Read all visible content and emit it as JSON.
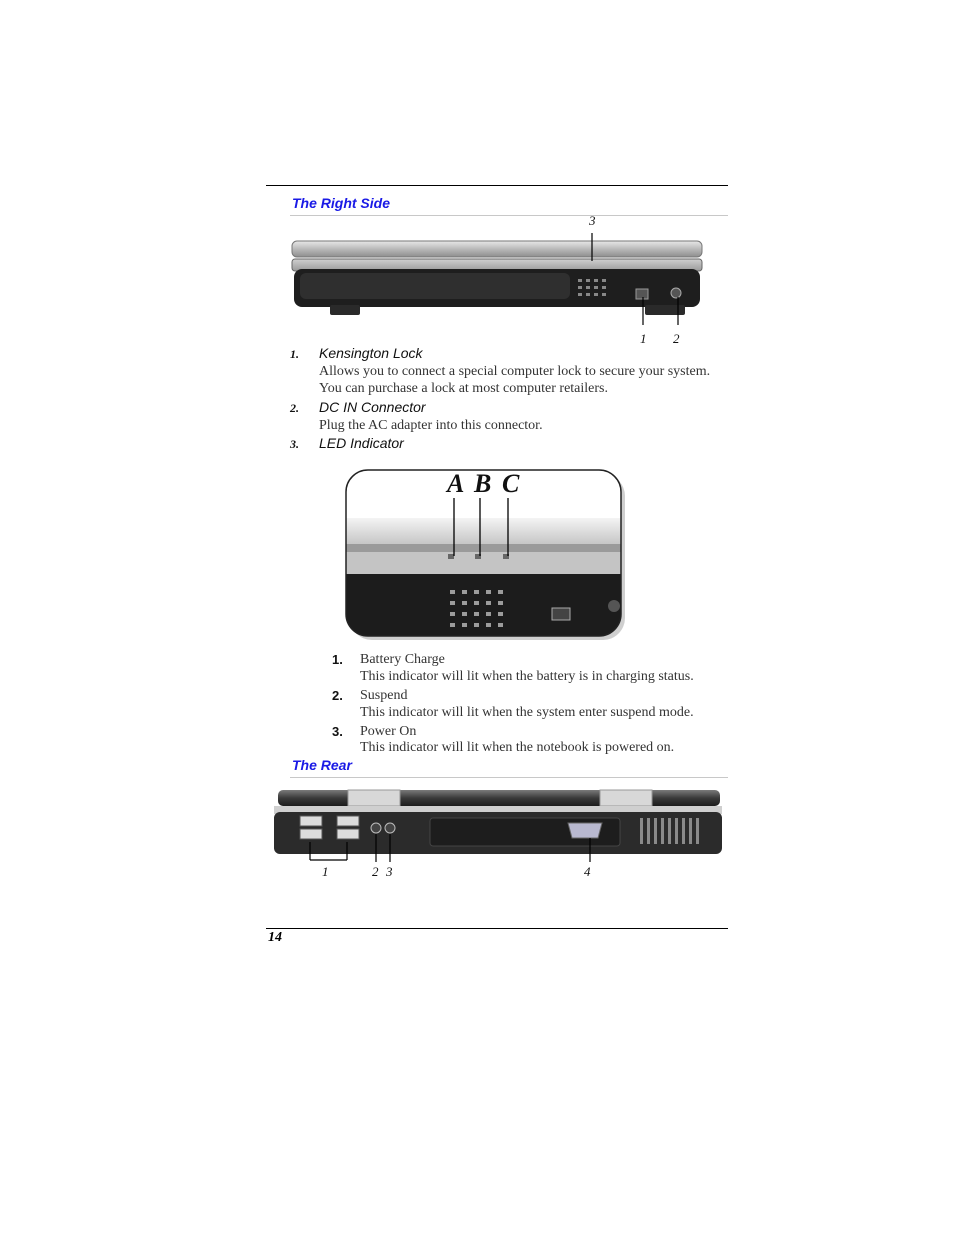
{
  "sections": {
    "right_side": {
      "heading": "The Right Side",
      "callouts": [
        "1",
        "2",
        "3"
      ],
      "items": [
        {
          "number": "1.",
          "title": "Kensington Lock",
          "lines": [
            "Allows you to connect a special computer lock to secure your system.",
            "You can purchase a lock at most computer retailers."
          ]
        },
        {
          "number": "2.",
          "title": "DC IN Connector",
          "lines": [
            "Plug the AC adapter into this connector."
          ]
        },
        {
          "number": "3.",
          "title": "LED Indicator"
        }
      ],
      "led_labels": [
        "A",
        "B",
        "C"
      ],
      "led_items": [
        {
          "number": "1.",
          "title": "Battery Charge",
          "desc": "This indicator will lit when the battery is in charging status."
        },
        {
          "number": "2.",
          "title": "Suspend",
          "desc": "This indicator will lit when the system enter suspend mode."
        },
        {
          "number": "3.",
          "title": "Power On",
          "desc": "This indicator will lit when the notebook is powered on."
        }
      ]
    },
    "rear": {
      "heading": "The Rear",
      "callouts": [
        "1",
        "2",
        "3",
        "4"
      ]
    }
  },
  "footer": {
    "page_number": "14"
  }
}
